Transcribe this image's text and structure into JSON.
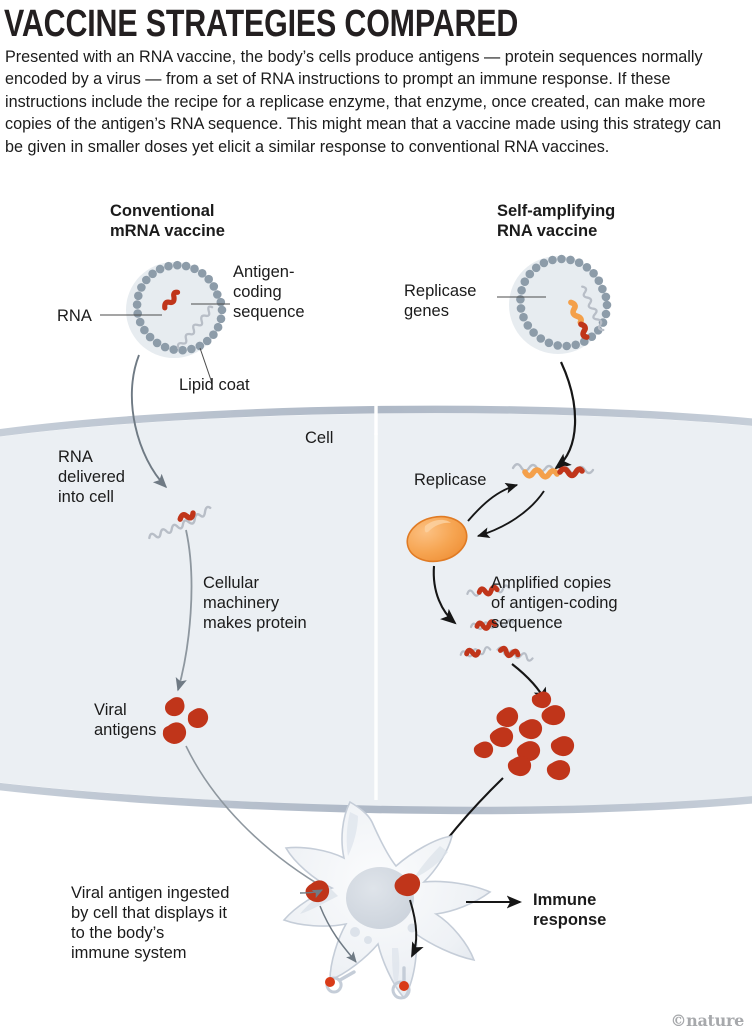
{
  "headline": "VACCINE STRATEGIES COMPARED",
  "standfirst": "Presented with an RNA vaccine, the body’s cells produce antigens — protein sequences normally encoded by a virus — from a set of RNA instructions to prompt an immune response. If these instructions include the recipe for a replicase enzyme, that enzyme, once created, can make more copies of the antigen’s RNA sequence. This might mean that a vaccine made using this strategy can be given in smaller doses yet elicit a similar response to conventional RNA vaccines.",
  "credit": "©nature",
  "columns": {
    "left": {
      "title_line1": "Conventional",
      "title_line2": "mRNA vaccine",
      "callouts": {
        "rna": "RNA",
        "antigen_line1": "Antigen-",
        "antigen_line2": "coding",
        "antigen_line3": "sequence",
        "lipid_coat": "Lipid coat"
      },
      "steps": {
        "delivery_line1": "RNA",
        "delivery_line2": "delivered",
        "delivery_line3": "into cell",
        "machinery_line1": "Cellular",
        "machinery_line2": "machinery",
        "machinery_line3": "makes protein",
        "antigens_line1": "Viral",
        "antigens_line2": "antigens"
      }
    },
    "right": {
      "title_line1": "Self-amplifying",
      "title_line2": "RNA vaccine",
      "callouts": {
        "replicase_genes_line1": "Replicase",
        "replicase_genes_line2": "genes"
      },
      "steps": {
        "replicase": "Replicase",
        "amplified_line1": "Amplified copies",
        "amplified_line2": "of antigen-coding",
        "amplified_line3": "sequence"
      }
    }
  },
  "cell": {
    "label": "Cell"
  },
  "outcome": {
    "ingest_line1": "Viral antigen ingested",
    "ingest_line2": "by cell that displays it",
    "ingest_line3": "to the body’s",
    "ingest_line4": "immune system",
    "immune_line1": "Immune",
    "immune_line2": "response"
  },
  "colors": {
    "antigen_red": "#c0351a",
    "replicase_orange": "#f4a04a",
    "lipid_gray": "#8d9ca9",
    "particle_fill": "#e7ecf0",
    "cell_fill": "#ebeff3",
    "cell_membrane": "#b6bfcb",
    "rna_strand": "#b8bec7",
    "arrow_gray": "#6f7a84",
    "arrow_black": "#1b1b1b",
    "dendritic_fill": "#f4f6f8",
    "dendritic_edge": "#c5cdd8",
    "text": "#1b1b1b",
    "credit_gray": "#a7a9ac"
  }
}
